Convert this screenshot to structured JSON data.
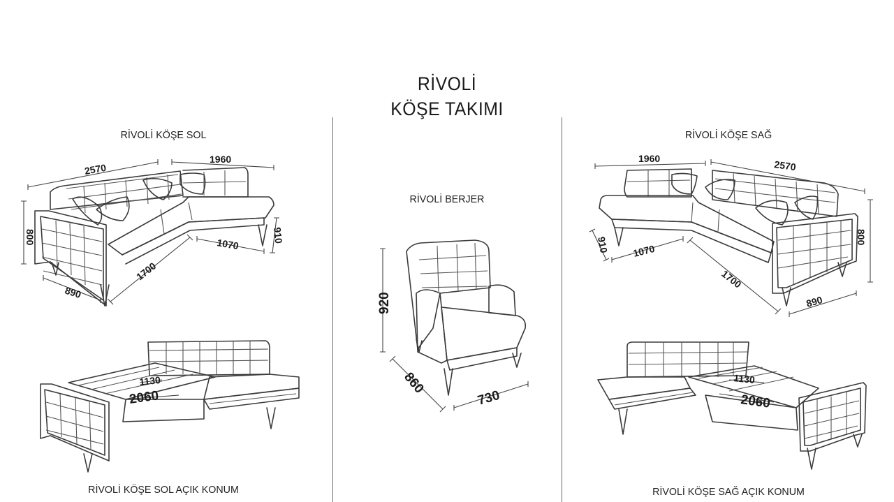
{
  "header": {
    "line1": "RİVOLİ",
    "line2": "KÖŞE TAKIMI"
  },
  "panels": {
    "left_top_label": "RİVOLİ KÖŞE SOL",
    "left_bottom_label": "RİVOLİ KÖŞE SOL AÇIK KONUM",
    "center_label": "RİVOLİ BERJER",
    "right_top_label": "RİVOLİ KÖŞE SAĞ",
    "right_bottom_label": "RİVOLİ KÖŞE SAĞ AÇIK KONUM"
  },
  "dimensions": {
    "left": {
      "top_long": "2570",
      "top_short": "1960",
      "height": "800",
      "depth": "890",
      "front_long": "1700",
      "front_short": "1070",
      "side_height": "910"
    },
    "left_open": {
      "bed_width": "1130",
      "bed_length": "2060"
    },
    "berjer": {
      "height": "920",
      "depth": "860",
      "width": "730"
    },
    "right": {
      "top_short": "1960",
      "top_long": "2570",
      "side_height": "910",
      "front_short": "1070",
      "height": "800",
      "front_long": "1700",
      "depth": "890"
    },
    "right_open": {
      "bed_width": "1130",
      "bed_length": "2060"
    }
  }
}
